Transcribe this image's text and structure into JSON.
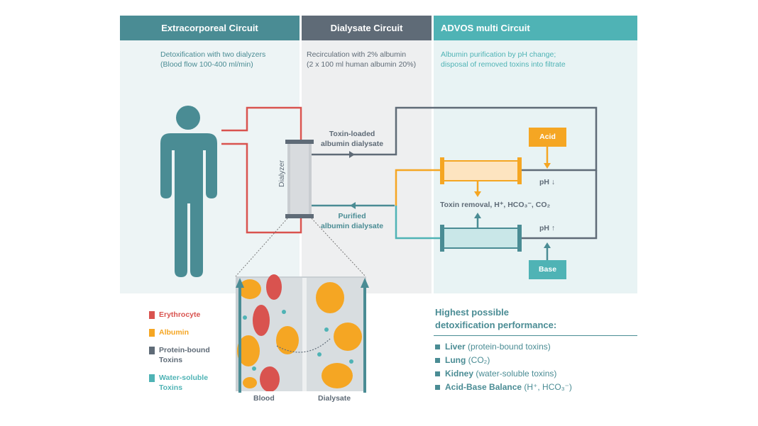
{
  "columns": [
    {
      "title": "Extracorporeal Circuit",
      "subtitle_lines": [
        "Detoxification with two dialyzers",
        "(Blood flow 100-400 ml/min)"
      ]
    },
    {
      "title": "Dialysate Circuit",
      "subtitle_lines": [
        "Recirculation with 2% albumin",
        "(2 x 100 ml human albumin 20%)"
      ]
    },
    {
      "title": "ADVOS multi Circuit",
      "subtitle_lines": [
        "Albumin purification by pH change;",
        "disposal of removed toxins into filtrate"
      ]
    }
  ],
  "diagram": {
    "dialyzer_label": "Dialyzer",
    "toxin_loaded_lines": [
      "Toxin-loaded",
      "albumin dialysate"
    ],
    "purified_lines": [
      "Purified",
      "albumin dialysate"
    ],
    "acid_label": "Acid",
    "base_label": "Base",
    "ph_down": "pH ↓",
    "ph_up": "pH ↑",
    "toxin_removal": "Toxin removal, H⁺, HCO₃⁻, CO₂",
    "blood_label": "Blood",
    "dialysate_label": "Dialysate"
  },
  "legend": [
    {
      "label_lines": [
        "Erythrocyte"
      ],
      "color": "#d9534f"
    },
    {
      "label_lines": [
        "Albumin"
      ],
      "color": "#f5a623"
    },
    {
      "label_lines": [
        "Protein-bound",
        "Toxins"
      ],
      "color": "#5f6b77"
    },
    {
      "label_lines": [
        "Water-soluble",
        "Toxins"
      ],
      "color": "#4fb3b5"
    }
  ],
  "performance": {
    "title_lines": [
      "Highest possible",
      "detoxification performance:"
    ],
    "items": [
      {
        "bold": "Liver",
        "rest": " (protein-bound toxins)"
      },
      {
        "bold": "Lung",
        "rest": " (CO₂)"
      },
      {
        "bold": "Kidney",
        "rest": " (water-soluble toxins)"
      },
      {
        "bold": "Acid-Base Balance",
        "rest": " (H⁺, HCO₃⁻)"
      }
    ]
  },
  "colors": {
    "teal_dark": "#4a8c94",
    "slate": "#5f6b77",
    "teal_light": "#4fb3b5",
    "red": "#d9534f",
    "orange": "#f5a623"
  }
}
